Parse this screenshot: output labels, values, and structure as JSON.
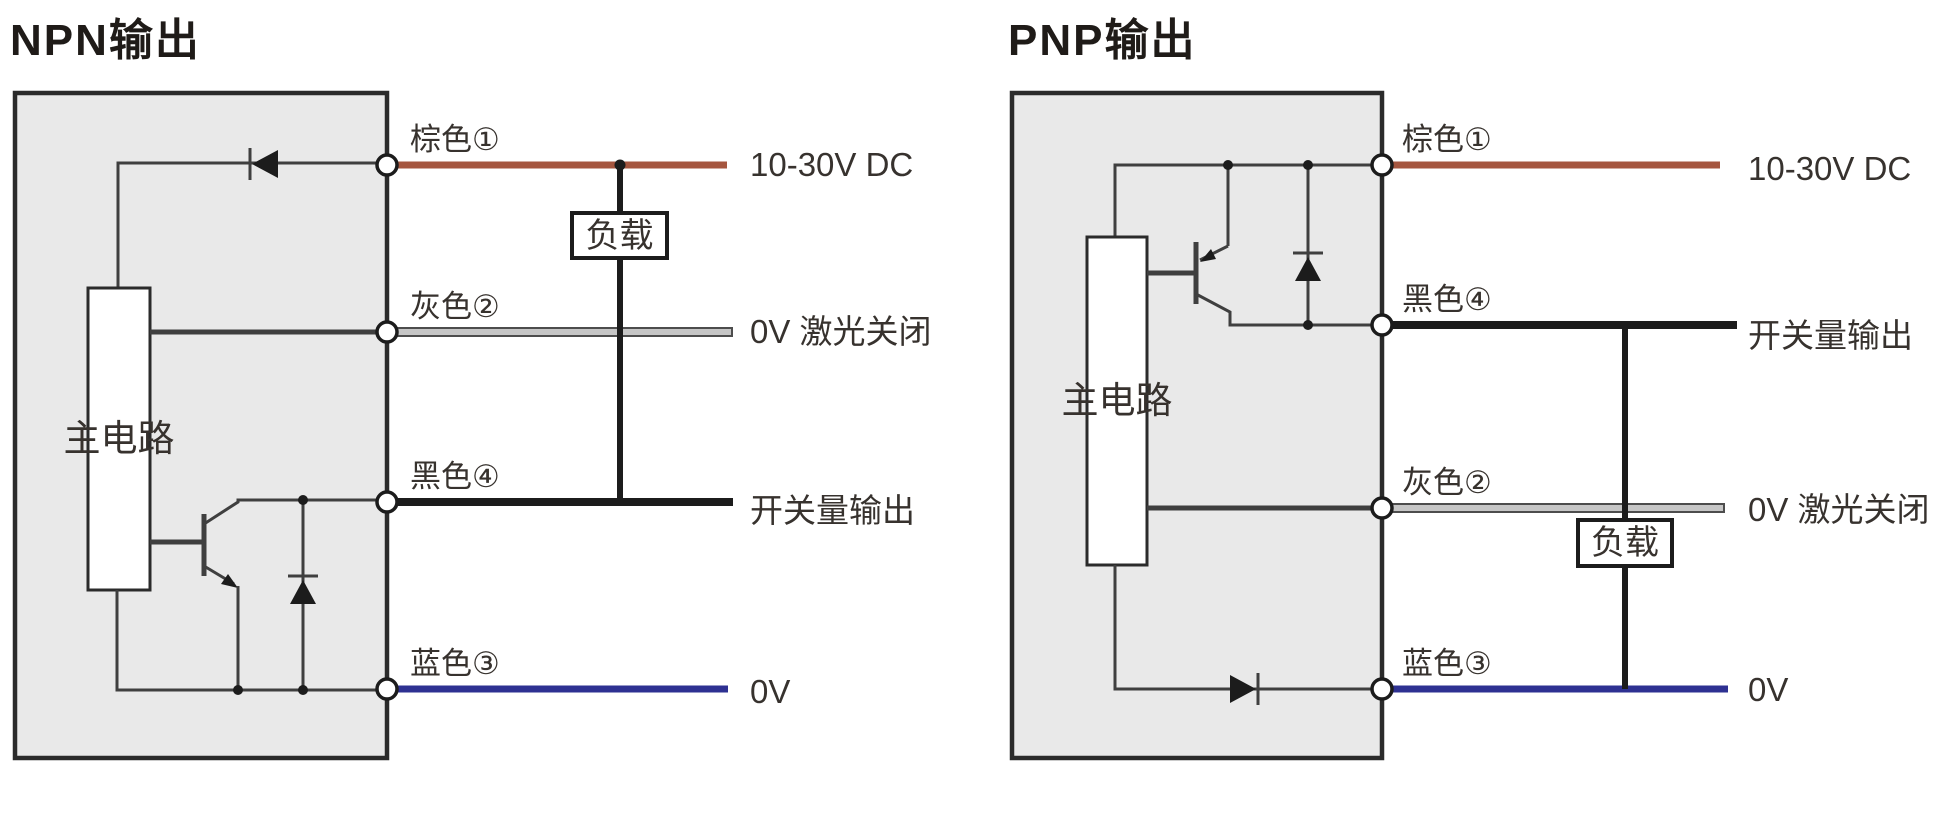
{
  "colors": {
    "brown": "#a5563f",
    "blue": "#2e3192",
    "black": "#1c1c1c",
    "gray": "#c6c6c6",
    "grayedge": "#4d4d4d",
    "line": "#3f3f3f",
    "border": "#2b2b2b",
    "boxfill": "#e9e9e9",
    "text": "#37322e"
  },
  "diagrams": {
    "npn": {
      "title": "NPN输出",
      "main_circuit_label": "主电路",
      "load_label": "负载",
      "wires": [
        {
          "name": "brown",
          "pin": "1",
          "label": "棕色①",
          "terminal": "10-30V DC",
          "color": "#a5563f"
        },
        {
          "name": "gray",
          "pin": "2",
          "label": "灰色②",
          "terminal": "0V 激光关闭",
          "color": "#c6c6c6"
        },
        {
          "name": "black",
          "pin": "4",
          "label": "黑色④",
          "terminal": "开关量输出",
          "color": "#1c1c1c"
        },
        {
          "name": "blue",
          "pin": "3",
          "label": "蓝色③",
          "terminal": "0V",
          "color": "#2e3192"
        }
      ]
    },
    "pnp": {
      "title": "PNP输出",
      "main_circuit_label": "主电路",
      "load_label": "负载",
      "wires": [
        {
          "name": "brown",
          "pin": "1",
          "label": "棕色①",
          "terminal": "10-30V DC",
          "color": "#a5563f"
        },
        {
          "name": "black",
          "pin": "4",
          "label": "黑色④",
          "terminal": "开关量输出",
          "color": "#1c1c1c"
        },
        {
          "name": "gray",
          "pin": "2",
          "label": "灰色②",
          "terminal": "0V 激光关闭",
          "color": "#c6c6c6"
        },
        {
          "name": "blue",
          "pin": "3",
          "label": "蓝色③",
          "terminal": "0V",
          "color": "#2e3192"
        }
      ]
    }
  }
}
